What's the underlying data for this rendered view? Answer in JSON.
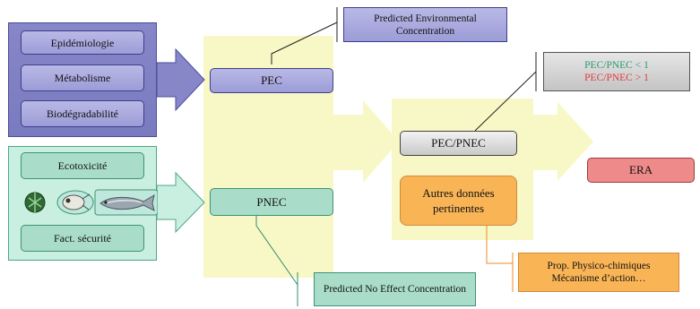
{
  "left_inputs": {
    "pec_group": [
      "Epidémiologie",
      "Métabolisme",
      "Biodégradabilité"
    ],
    "pnec_group": {
      "top": "Ecotoxicité",
      "bottom": "Fact. sécurité"
    }
  },
  "center": {
    "pec": "PEC",
    "pnec": "PNEC"
  },
  "callouts": {
    "pec_full": "Predicted Environmental Concentration",
    "pnec_full": "Predicted No Effect Concentration",
    "ratio_low": "PEC/PNEC < 1",
    "ratio_high": "PEC/PNEC > 1",
    "other_info": "Prop. Physico-chimiques Mécanisme d’action…"
  },
  "right": {
    "ratio": "PEC/PNEC",
    "other_data": "Autres données pertinentes",
    "era": "ERA"
  },
  "colors": {
    "ratio_low": "#2e9a6e",
    "ratio_high": "#e23a3a",
    "era_fill": "#ef8a8a",
    "other_fill": "#f9b456"
  },
  "organisms": [
    "algae-icon",
    "daphnia-icon",
    "fish-icon"
  ]
}
